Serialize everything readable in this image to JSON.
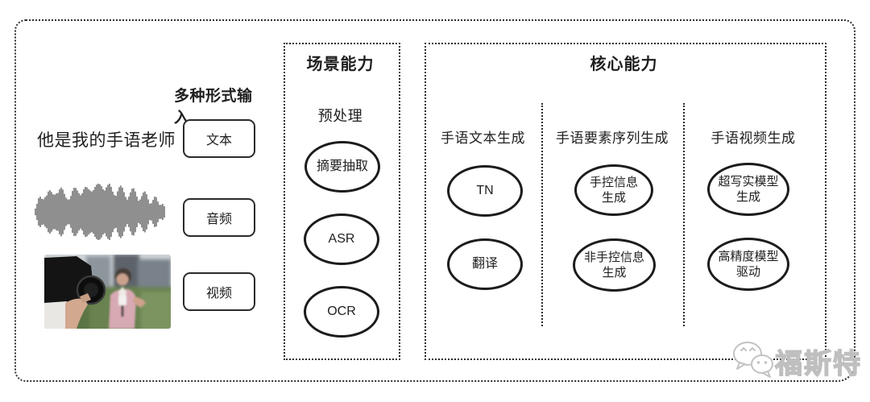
{
  "input_section": {
    "title": "多种形式输入",
    "sample_text": "他是我的手语老师",
    "items": [
      {
        "label": "文本"
      },
      {
        "label": "音频"
      },
      {
        "label": "视频"
      }
    ]
  },
  "scene_section": {
    "title": "场景能力",
    "subtitle": "预处理",
    "nodes": [
      {
        "label": "摘要抽取"
      },
      {
        "label": "ASR"
      },
      {
        "label": "OCR"
      }
    ]
  },
  "core_section": {
    "title": "核心能力",
    "columns": [
      {
        "header": "手语文本生成",
        "nodes": [
          {
            "label": "TN"
          },
          {
            "label": "翻译"
          }
        ]
      },
      {
        "header": "手语要素序列生成",
        "nodes": [
          {
            "label": "手控信息\n生成"
          },
          {
            "label": "非手控信息\n生成"
          }
        ]
      },
      {
        "header": "手语视频生成",
        "nodes": [
          {
            "label": "超写实模型\n生成"
          },
          {
            "label": "高精度模型\n驱动"
          }
        ]
      }
    ]
  },
  "watermark": {
    "text": "福斯特"
  },
  "colors": {
    "line": "#2b2b2b",
    "ellipse_stroke": "#1c1c1c",
    "text": "#1f1f1f",
    "watermark": "#bfbfbf",
    "background": "#ffffff"
  }
}
